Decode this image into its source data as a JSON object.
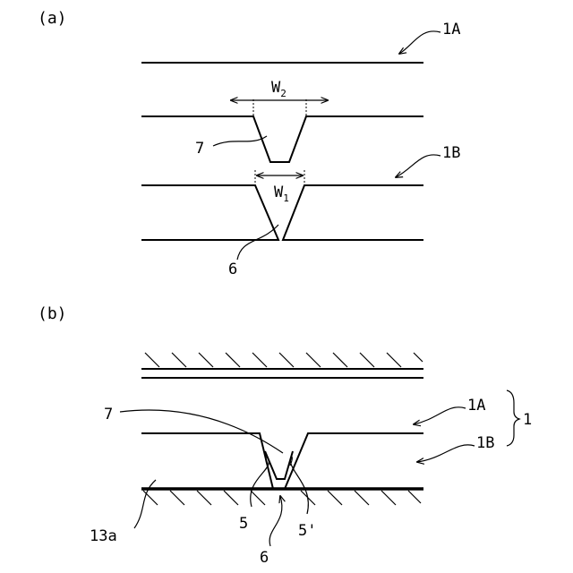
{
  "panel_a": {
    "label": "(a)",
    "sheet_top": "1A",
    "sheet_bottom": "1B",
    "width_top": {
      "main": "W",
      "sub": "2"
    },
    "width_bottom": {
      "main": "W",
      "sub": "1"
    },
    "groove_label": "7",
    "slit_label": "6"
  },
  "panel_b": {
    "label": "(b)",
    "sheet_top": "1A",
    "sheet_bottom": "1B",
    "assembly": "1",
    "filler_label": "7",
    "slit_label": "6",
    "edge_left": "5",
    "edge_right": "5'",
    "base_label": "13a"
  }
}
